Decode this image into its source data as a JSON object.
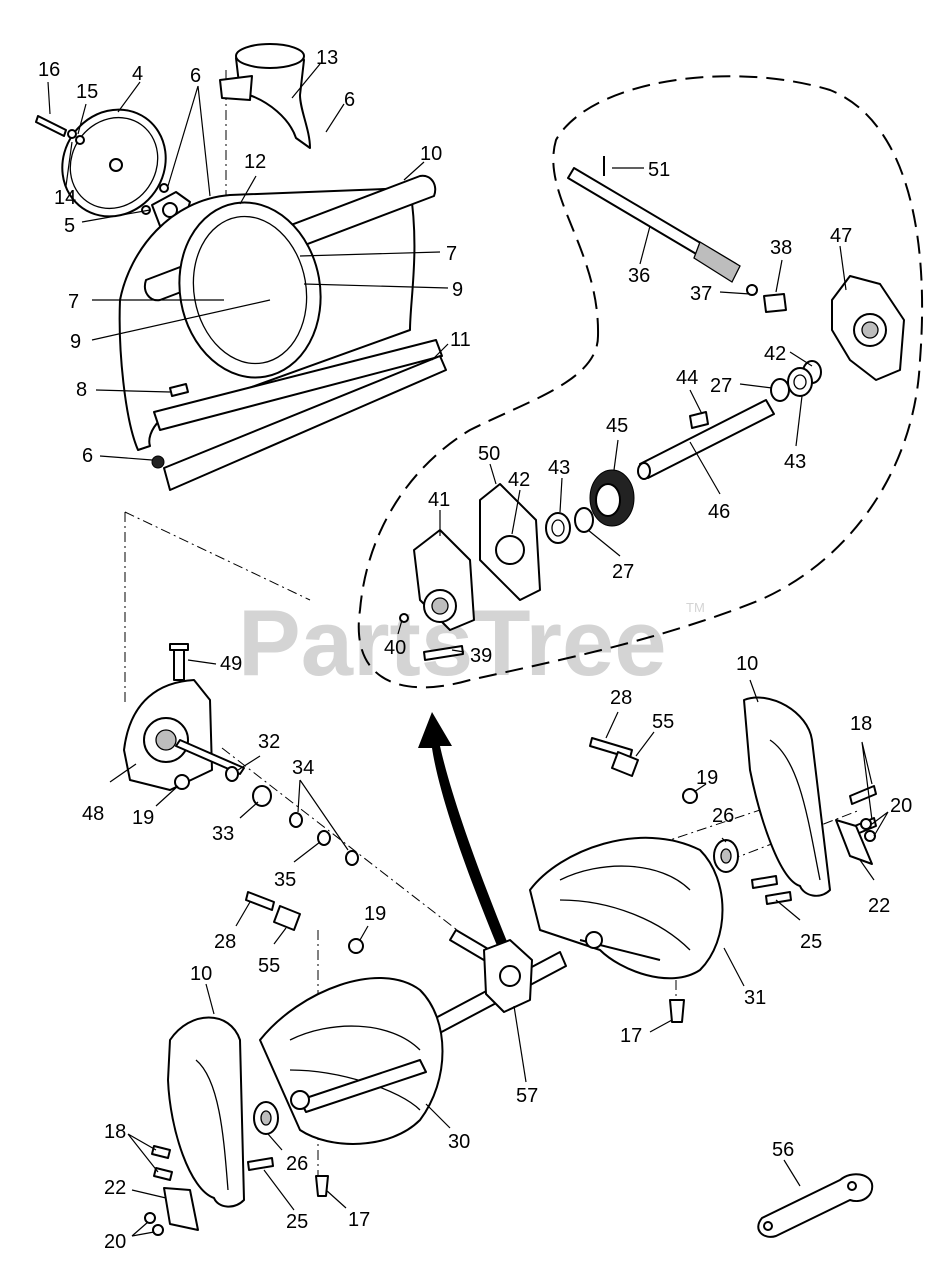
{
  "watermark": {
    "text": "PartsTree",
    "trademark": "TM"
  },
  "callouts": {
    "c1": "16",
    "c2": "4",
    "c3": "15",
    "c4": "14",
    "c5": "6",
    "c6": "13",
    "c7": "6",
    "c8": "12",
    "c9": "10",
    "c10": "5",
    "c11": "7",
    "c12": "9",
    "c13": "7",
    "c14": "9",
    "c15": "11",
    "c16": "8",
    "c17": "6",
    "c18": "51",
    "c19": "36",
    "c20": "38",
    "c21": "47",
    "c22": "37",
    "c23": "42",
    "c24": "44",
    "c25": "27",
    "c26": "43",
    "c27": "45",
    "c28": "50",
    "c29": "43",
    "c30": "42",
    "c31": "41",
    "c32": "46",
    "c33": "27",
    "c34": "40",
    "c35": "39",
    "c36": "49",
    "c37": "10",
    "c38": "28",
    "c39": "55",
    "c40": "18",
    "c41": "32",
    "c42": "34",
    "c43": "19",
    "c44": "26",
    "c45": "20",
    "c46": "48",
    "c47": "19",
    "c48": "33",
    "c49": "35",
    "c50": "22",
    "c51": "28",
    "c52": "19",
    "c53": "25",
    "c54": "55",
    "c55": "31",
    "c56": "10",
    "c57": "17",
    "c58": "57",
    "c59": "18",
    "c60": "30",
    "c61": "56",
    "c62": "26",
    "c63": "22",
    "c64": "25",
    "c65": "17",
    "c66": "20"
  }
}
